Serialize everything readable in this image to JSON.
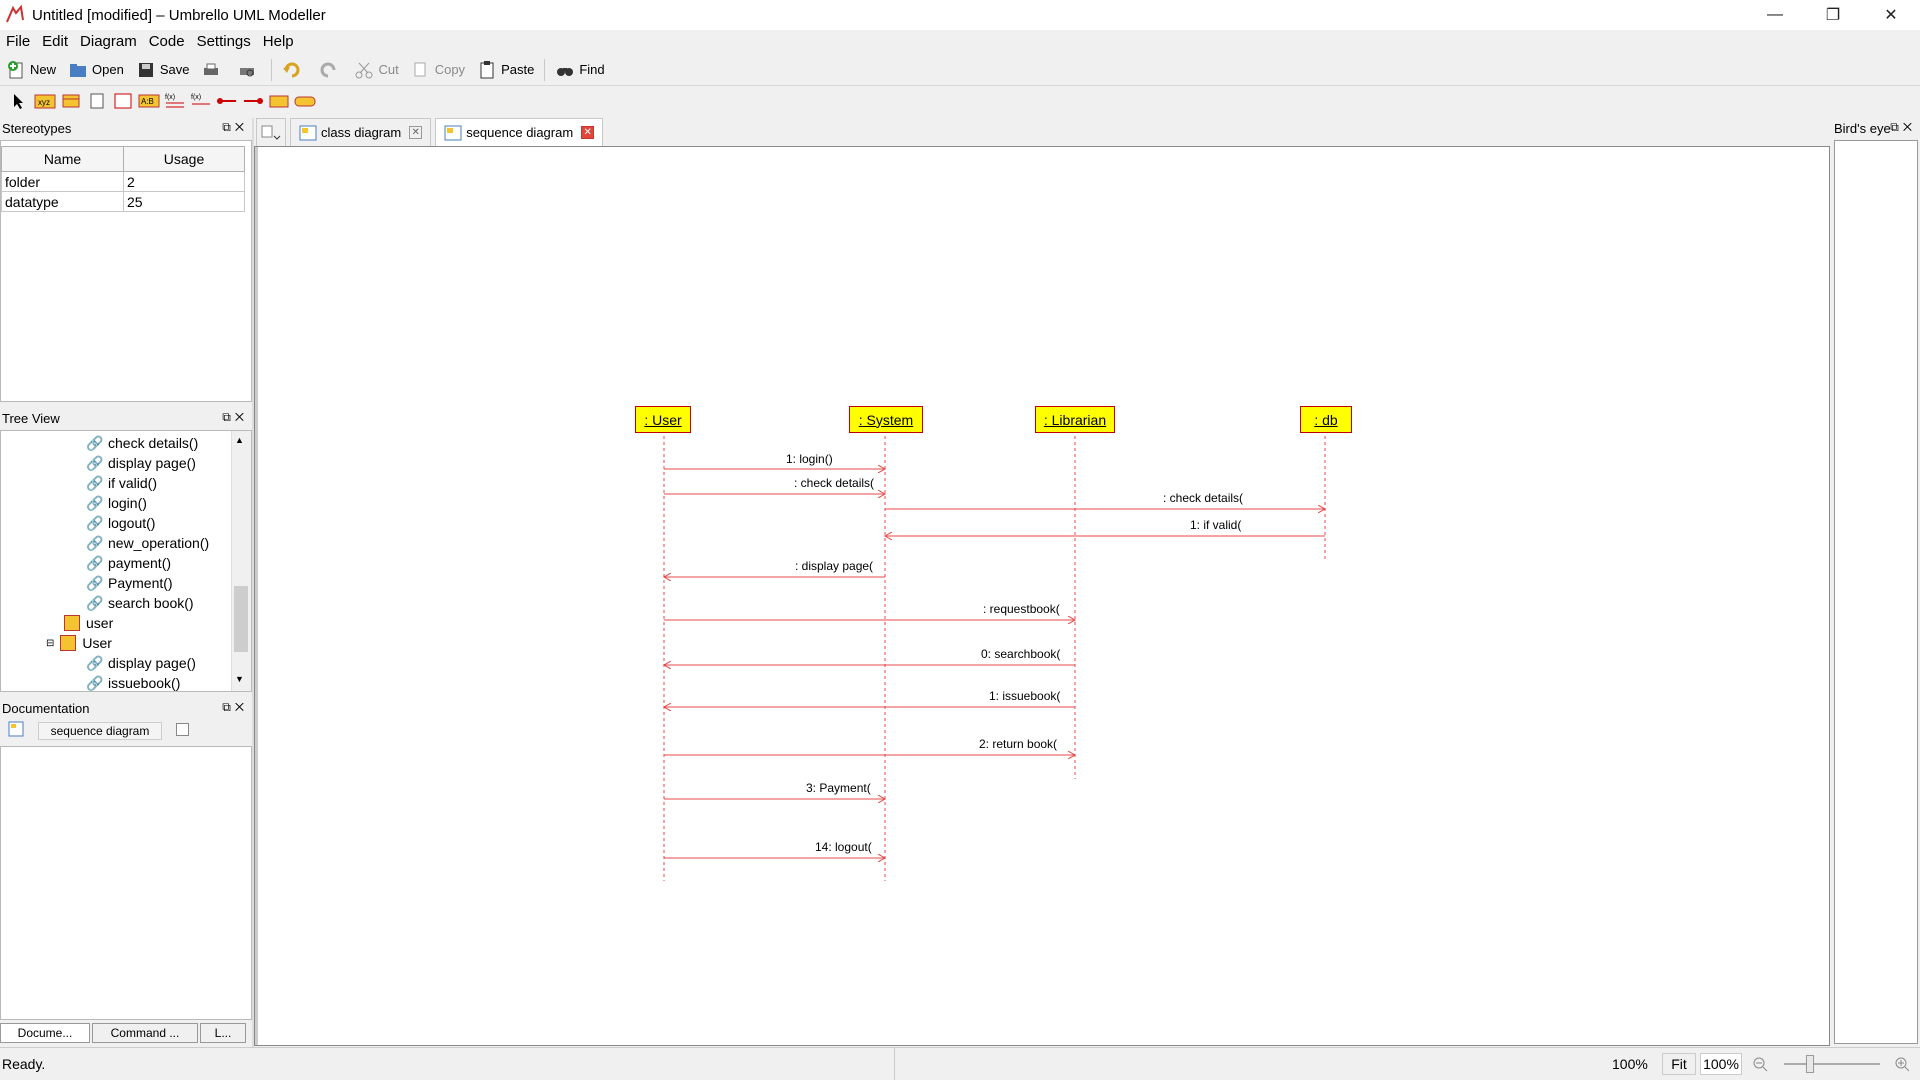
{
  "window": {
    "title": "Untitled [modified] – Umbrello UML Modeller",
    "controls": [
      "minimize",
      "restore",
      "close"
    ]
  },
  "menubar": [
    "File",
    "Edit",
    "Diagram",
    "Code",
    "Settings",
    "Help"
  ],
  "toolbar": {
    "new": "New",
    "open": "Open",
    "save": "Save",
    "cut": "Cut",
    "copy": "Copy",
    "paste": "Paste",
    "find": "Find"
  },
  "stereotypes_panel": {
    "title": "Stereotypes",
    "col_name": "Name",
    "col_usage": "Usage",
    "rows": [
      {
        "name": "folder",
        "usage": "2"
      },
      {
        "name": "datatype",
        "usage": "25"
      }
    ]
  },
  "tree_panel": {
    "title": "Tree View",
    "items": [
      "check details()",
      "display page()",
      "if valid()",
      "login()",
      "logout()",
      "new_operation()",
      "payment()",
      "Payment()",
      "search book()",
      "user",
      "User",
      "display page()",
      "issuebook()"
    ]
  },
  "documentation_panel": {
    "title": "Documentation",
    "diagram_name": "sequence diagram"
  },
  "bottom_tabs": [
    "Docume...",
    "Command ...",
    "L..."
  ],
  "tabs": [
    {
      "label": "class diagram",
      "active": false
    },
    {
      "label": "sequence diagram",
      "active": true
    }
  ],
  "birds_eye": {
    "title": "Bird's eye"
  },
  "diagram": {
    "lifelines": [
      ": User",
      ": System",
      ": Librarian",
      ": db"
    ],
    "messages": [
      "1: login()",
      ": check details(",
      ": check details(",
      "1: if valid(",
      ": display page(",
      ": requestbook(",
      "0: searchbook(",
      "1: issuebook(",
      "2: return book(",
      "3: Payment(",
      "14: logout("
    ],
    "colors": {
      "lifeline_fill": "#ffff00",
      "line": "#e84848"
    }
  },
  "statusbar": {
    "status": "Ready.",
    "zoom1": "100%",
    "fit": "Fit",
    "zoom2": "100%"
  }
}
